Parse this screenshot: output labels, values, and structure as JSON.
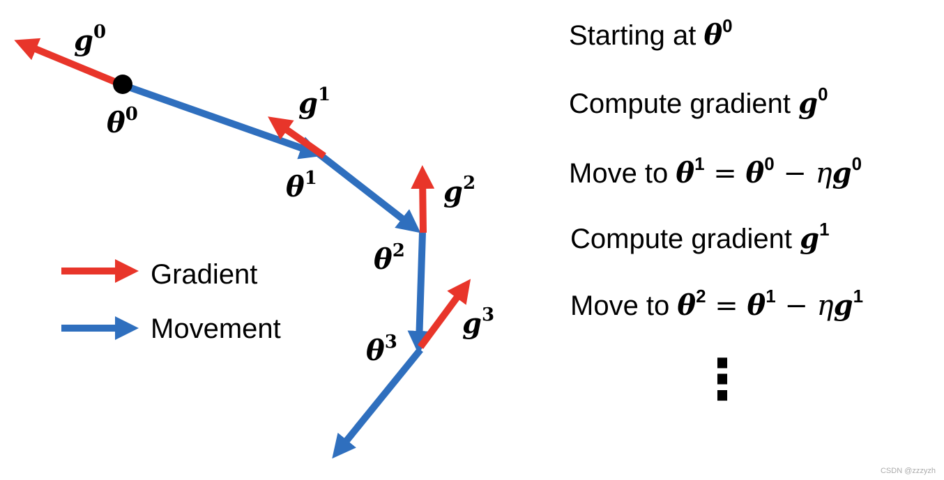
{
  "colors": {
    "gradient": "#e8352a",
    "movement": "#2f6fbe",
    "point": "#000000"
  },
  "labels": {
    "g0": {
      "base": "g",
      "sup": "0"
    },
    "g1": {
      "base": "g",
      "sup": "1"
    },
    "g2": {
      "base": "g",
      "sup": "2"
    },
    "g3": {
      "base": "g",
      "sup": "3"
    },
    "theta0": {
      "base": "θ",
      "sup": "0"
    },
    "theta1": {
      "base": "θ",
      "sup": "1"
    },
    "theta2": {
      "base": "θ",
      "sup": "2"
    },
    "theta3": {
      "base": "θ",
      "sup": "3"
    }
  },
  "legend": {
    "gradient_label": "Gradient",
    "movement_label": "Movement"
  },
  "steps": {
    "s1": {
      "text": "Starting at ",
      "math": "θ",
      "sup": "0"
    },
    "s2": {
      "text": "Compute gradient ",
      "math": "g",
      "sup": "0"
    },
    "s3": {
      "text": "Move to ",
      "lhs": "θ",
      "lhs_sup": "1",
      "eq": " = ",
      "r1": "θ",
      "r1_sup": "0",
      "minus": " − ",
      "eta": "η",
      "r2": "g",
      "r2_sup": "0"
    },
    "s4": {
      "text": "Compute gradient ",
      "math": "g",
      "sup": "1"
    },
    "s5": {
      "text": "Move to ",
      "lhs": "θ",
      "lhs_sup": "2",
      "eq": " = ",
      "r1": "θ",
      "r1_sup": "1",
      "minus": " − ",
      "eta": "η",
      "r2": "g",
      "r2_sup": "1"
    },
    "ellipsis": "⋮"
  },
  "watermark": "CSDN @zzzyzh"
}
